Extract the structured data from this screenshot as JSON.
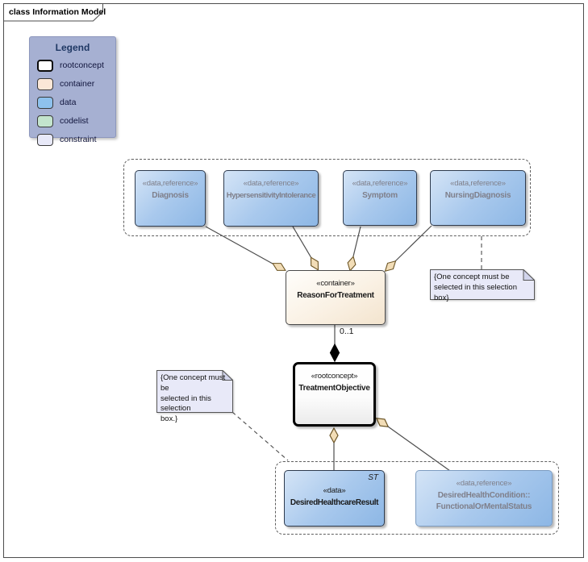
{
  "frame": {
    "title": "class Information Model"
  },
  "legend": {
    "title": "Legend",
    "items": [
      {
        "label": "rootconcept",
        "color": "#ffffff"
      },
      {
        "label": "container",
        "color": "#fbe7d7"
      },
      {
        "label": "data",
        "color": "#8ec1ed"
      },
      {
        "label": "codelist",
        "color": "#c3e4cd"
      },
      {
        "label": "constraint",
        "color": "#e8e9f8"
      }
    ]
  },
  "selection_top": {
    "boxes": [
      {
        "stereotype": "«data,reference»",
        "name": "Diagnosis"
      },
      {
        "stereotype": "«data,reference»",
        "name": "HypersensitivityIntolerance"
      },
      {
        "stereotype": "«data,reference»",
        "name": "Symptom"
      },
      {
        "stereotype": "«data,reference»",
        "name": "NursingDiagnosis"
      }
    ]
  },
  "container_class": {
    "stereotype": "«container»",
    "name": "ReasonForTreatment"
  },
  "root_class": {
    "stereotype": "«rootconcept»",
    "name": "TreatmentObjective"
  },
  "multiplicity_label": "0..1",
  "notes": {
    "right": "{One concept must be\nselected in this selection box}",
    "left": "{One concept must be\nselected in this selection\nbox.}"
  },
  "selection_bottom": {
    "boxes": [
      {
        "stereotype": "«data»",
        "name": "DesiredHealthcareResult",
        "tag": "ST"
      },
      {
        "stereotype": "«data,reference»",
        "name": "DesiredHealthCondition::\nFunctionalOrMentalStatus"
      }
    ]
  },
  "colors": {
    "data_fill": "#9cc3ea",
    "container_fill": "#f8ecdc",
    "rootconcept_fill": "#ffffff",
    "codelist_fill": "#c3e4cd",
    "constraint_fill": "#e8e9f8",
    "legend_bg": "#a6b0d2",
    "diamond_fill": "#f2ddb7",
    "diamond_stroke": "#6b5424",
    "line": "#4d4d4d"
  }
}
